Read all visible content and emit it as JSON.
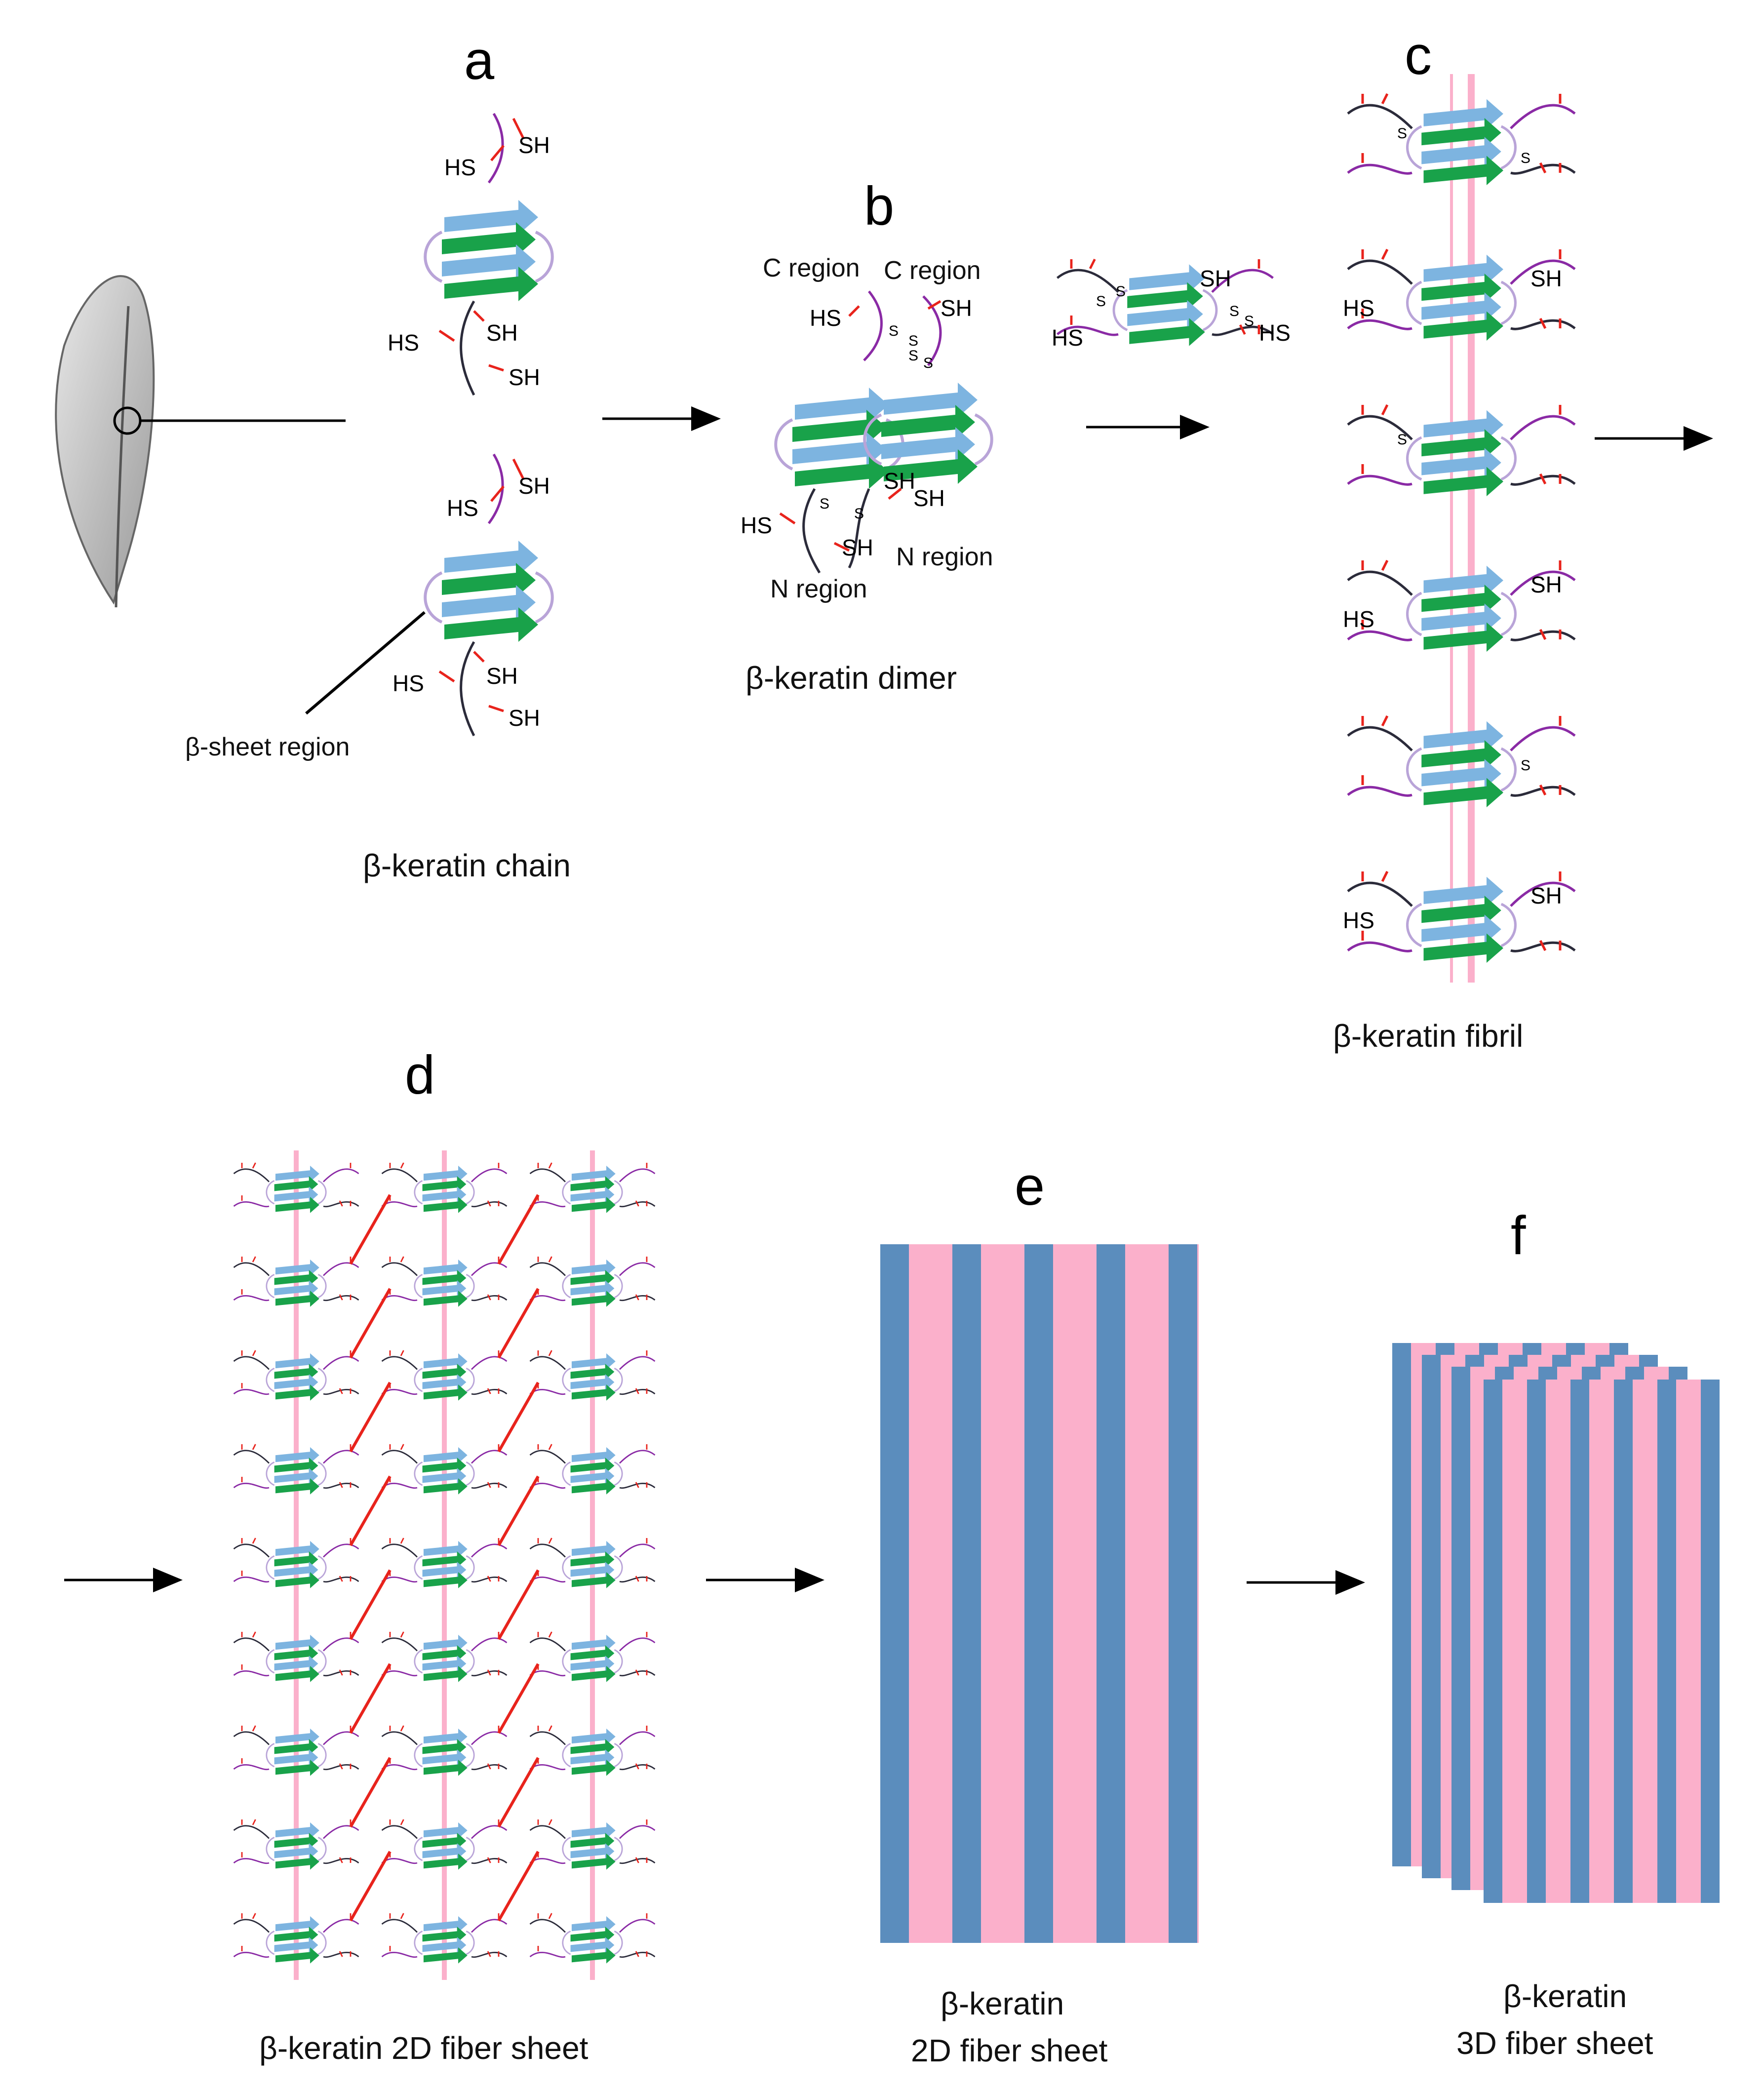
{
  "colors": {
    "blue": "#5b8dbd",
    "pink": "#fbb0cb",
    "green": "#19a24a",
    "light_blue": "#7db4e0",
    "bond_red": "#e8231c",
    "chain_purple": "#8a2aa5",
    "chain_dark": "#2b2b3a"
  },
  "panels": {
    "a": {
      "letter": "a",
      "caption": "β-keratin chain",
      "sheet_label": "β-sheet region"
    },
    "b": {
      "letter": "b",
      "caption": "β-keratin dimer",
      "c_region_left": "C region",
      "c_region_right": "C region",
      "n_region_left": "N region",
      "n_region_right": "N region"
    },
    "c": {
      "letter": "c",
      "caption": "β-keratin fibril"
    },
    "d": {
      "letter": "d",
      "caption": "β-keratin 2D fiber sheet"
    },
    "e": {
      "letter": "e",
      "caption_line1": "β-keratin",
      "caption_line2": "2D fiber sheet"
    },
    "f": {
      "letter": "f",
      "caption_line1": "β-keratin",
      "caption_line2": "3D fiber sheet"
    }
  },
  "chem_labels": {
    "thiol": "SH",
    "thiol_rev": "HS",
    "sulfur": "S"
  },
  "icons": {
    "feather": "feather-icon",
    "arrow": "arrow-right-icon"
  }
}
